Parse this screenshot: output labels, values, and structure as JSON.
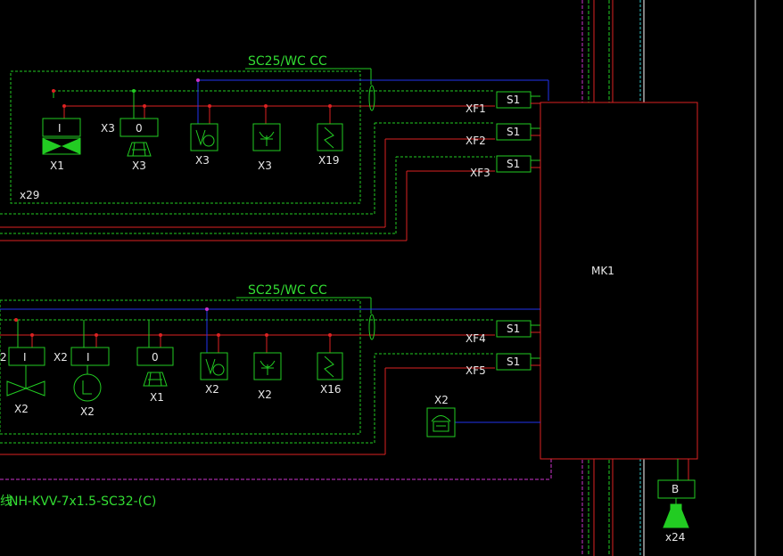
{
  "colors": {
    "background": "#000000",
    "green": "#22cc22",
    "red": "#dd2222",
    "blue": "#2233ee",
    "magenta": "#cc33cc",
    "cyan": "#33cccc",
    "white": "#e8e8e8"
  },
  "cable_top": "SC25/WC CC",
  "cable_bottom": "SC25/WC CC",
  "main_cable": "NH-KVV-7x1.5-SC32-(C)",
  "main_cable_prefix": "线",
  "panel_label": "MK1",
  "zone_count_top": "x29",
  "top_devices": [
    {
      "module": "I",
      "tag": "X1",
      "icon": "valve-alarm-icon"
    },
    {
      "module": "0",
      "tag": "X3",
      "prefix": "X3",
      "icon": "bell-icon"
    },
    {
      "module": "",
      "tag": "X3",
      "icon": "smoke-detector-icon"
    },
    {
      "module": "",
      "tag": "X3",
      "icon": "heat-detector-icon"
    },
    {
      "module": "",
      "tag": "X19",
      "icon": "flow-switch-icon"
    }
  ],
  "bottom_devices": [
    {
      "module": "I",
      "tag": "X2",
      "icon": "valve-icon"
    },
    {
      "module": "I",
      "tag": "X2",
      "prefix": "X2",
      "icon": "pressure-switch-icon"
    },
    {
      "module": "0",
      "tag": "X1",
      "icon": "bell-icon"
    },
    {
      "module": "",
      "tag": "X2",
      "icon": "smoke-detector-icon"
    },
    {
      "module": "",
      "tag": "X2",
      "icon": "heat-detector-icon"
    },
    {
      "module": "",
      "tag": "X16",
      "icon": "flow-switch-icon"
    }
  ],
  "xf_lines": [
    {
      "label": "XF1",
      "box": "S1"
    },
    {
      "label": "XF2",
      "box": "S1"
    },
    {
      "label": "XF3",
      "box": "S1"
    },
    {
      "label": "XF4",
      "box": "S1"
    },
    {
      "label": "XF5",
      "box": "S1"
    }
  ],
  "phone": {
    "tag": "X2",
    "icon": "telephone-icon"
  },
  "sounder": {
    "module": "B",
    "tag": "x24",
    "icon": "sounder-icon"
  },
  "left_edge_fragment": "2"
}
